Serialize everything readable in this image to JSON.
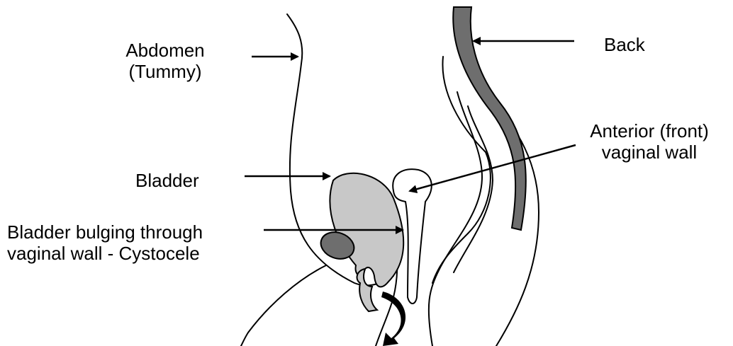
{
  "labels": {
    "abdomen_line1": "Abdomen",
    "abdomen_line2": "(Tummy)",
    "back": "Back",
    "anterior_line1": "Anterior (front)",
    "anterior_line2": "vaginal wall",
    "bladder": "Bladder",
    "cystocele_line1": "Bladder bulging through",
    "cystocele_line2": "vaginal wall - Cystocele"
  },
  "colors": {
    "line": "#000000",
    "background": "#ffffff",
    "bladder_fill": "#c8c8c8",
    "spine_fill": "#6e6e6e",
    "rectum_fill": "#6e6e6e"
  }
}
